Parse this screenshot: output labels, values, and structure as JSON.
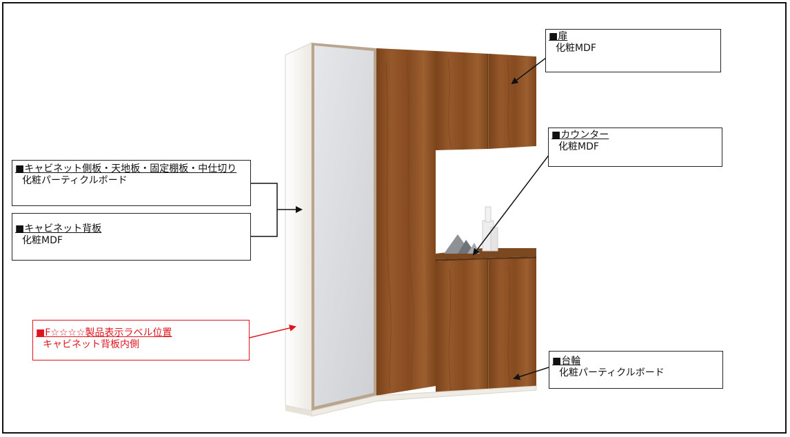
{
  "callouts": {
    "door": {
      "title": "■扉",
      "material": "化粧MDF"
    },
    "counter": {
      "title": "■カウンター",
      "material": "化粧MDF"
    },
    "cabinet_side": {
      "title": "■キャビネット側板・天地板・固定棚板・中仕切り",
      "material": "化粧パーティクルボード"
    },
    "cabinet_back": {
      "title": "■キャビネット背板",
      "material": "化粧MDF"
    },
    "label_position": {
      "title": "■F☆☆☆☆製品表示ラベル位置",
      "material": "キャビネット背板内側"
    },
    "base": {
      "title": "■台輪",
      "material": "化粧パーティクルボード"
    }
  },
  "colors": {
    "wood": "#8a4f22",
    "wood_dark": "#6e3c17",
    "cabinet_white": "#f3f1ec",
    "mirror": "#dcdde0",
    "alert_red": "#e0141e"
  }
}
